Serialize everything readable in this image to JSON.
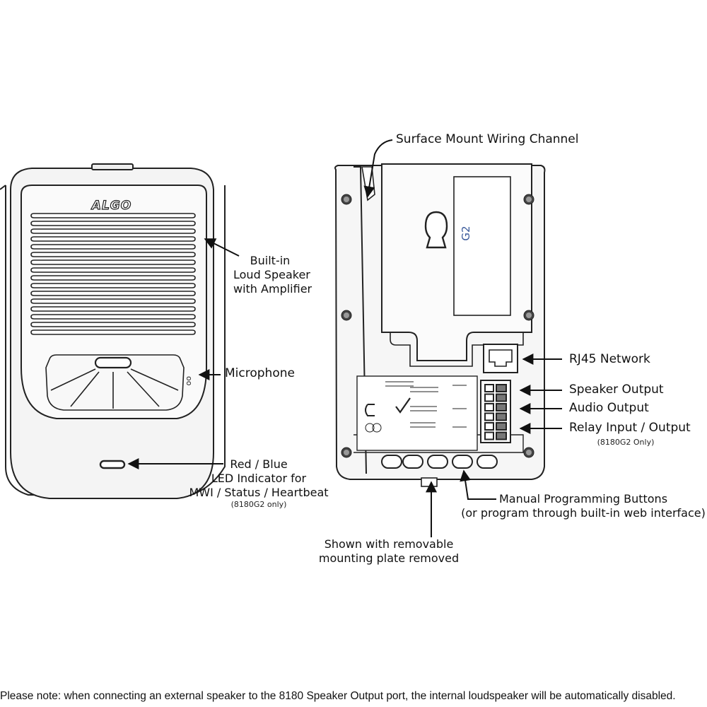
{
  "device_front": {
    "logo": "ALGO"
  },
  "device_back": {
    "panel_label": "G2"
  },
  "labels": {
    "surface_mount": "Surface Mount Wiring Channel",
    "speaker_line1": "Built-in",
    "speaker_line2": "Loud Speaker",
    "speaker_line3": "with Amplifier",
    "microphone": "Microphone",
    "led_line1": "Red / Blue",
    "led_line2": "LED Indicator for",
    "led_line3": "MWI / Status / Heartbeat",
    "led_note": "(8180G2 only)",
    "rj45": "RJ45 Network",
    "speaker_output": "Speaker Output",
    "audio_output": "Audio Output",
    "relay": "Relay Input / Output",
    "relay_note": "(8180G2 Only)",
    "buttons_line1": "Manual Programming Buttons",
    "buttons_line2": "(or program through built-in web interface)",
    "plate_line1": "Shown with removable",
    "plate_line2": "mounting plate removed"
  },
  "footer_note": "Please note: when connecting an external speaker to the 8180 Speaker Output port, the internal loudspeaker will be automatically disabled."
}
